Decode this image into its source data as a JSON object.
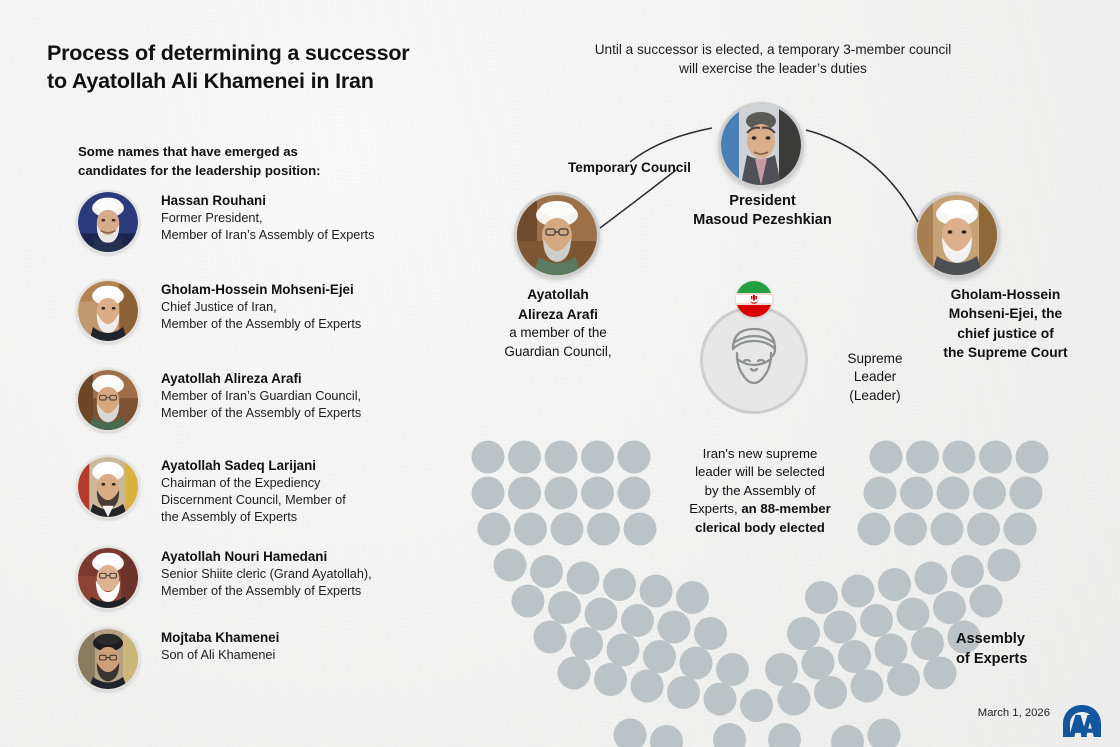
{
  "title": "Process of determining a successor\nto Ayatollah Ali Khamenei in Iran",
  "title_line1": "Process of determining a successor",
  "title_line2": "to Ayatollah Ali Khamenei in Iran",
  "intro_heading_line1": "Some names that have emerged as",
  "intro_heading_line2": "candidates for the leadership position:",
  "council_intro_line1": "Until a successor is elected, a temporary 3-member council",
  "council_intro_line2": "will exercise the leader’s duties",
  "candidates": [
    {
      "name": "Hassan Rouhani",
      "role_line1": "Former President,",
      "role_line2_italic": "Member of Iran’s Assembly of Experts",
      "portrait": "portrait-hassan-rouhani"
    },
    {
      "name": "Gholam-Hossein Mohseni-Ejei",
      "role_line1": "Chief Justice of Iran,",
      "role_line2_italic": "Member of the Assembly of Experts",
      "portrait": "portrait-gholam-hossein-mohseni-ejei"
    },
    {
      "name": "Ayatollah Alireza Arafi",
      "role_line1": "Member of Iran’s Guardian Council,",
      "role_line2_italic": "Member of the Assembly of Experts",
      "portrait": "portrait-ayatollah-alireza-arafi"
    },
    {
      "name": "Ayatollah Sadeq Larijani",
      "role_line1": "Chairman of the Expediency",
      "role_line2": "Discernment Council, Member of",
      "role_line3": "the Assembly of Experts",
      "portrait": "portrait-ayatollah-sadeq-larijani"
    },
    {
      "name": "Ayatollah Nouri Hamedani",
      "role_line1": "Senior Shiite cleric (Grand Ayatollah),",
      "role_line2": "Member of the Assembly of Experts",
      "portrait": "portrait-ayatollah-nouri-hamedani"
    },
    {
      "name": "Mojtaba Khamenei",
      "role_line1": "Son of Ali Khamenei",
      "portrait": "portrait-mojtaba-khamenei"
    }
  ],
  "council": {
    "label": "Temporary Council",
    "president": {
      "title_line1": "President",
      "title_line2": "Masoud Pezeshkian",
      "portrait": "portrait-masoud-pezeshkian"
    },
    "left_member": {
      "name_line1": "Ayatollah",
      "name_line2": "Alireza Arafi",
      "desc_line1": "a member of the",
      "desc_line2": "Guardian Council,",
      "portrait": "portrait-ayatollah-alireza-arafi"
    },
    "right_member": {
      "name_line1": "Gholam-Hossein",
      "name_line2": "Mohseni-Ejei, the",
      "name_line3": "chief justice of",
      "name_line4": "the Supreme Court",
      "portrait": "portrait-gholam-hossein-mohseni-ejei"
    }
  },
  "supreme_leader": {
    "label_line1": "Supreme",
    "label_line2": "Leader",
    "label_line3": "(Leader)",
    "flag_icon": "iran-flag-icon",
    "avatar_icon": "turban-cleric-icon"
  },
  "assembly": {
    "note_plain_1": "Iran's new supreme",
    "note_plain_2": "leader will be selected",
    "note_plain_3": "by the Assembly of",
    "note_plain_4_prefix": "Experts, ",
    "note_bold_4": "an 88-member",
    "note_bold_5": "clerical body elected",
    "label_line1": "Assembly",
    "label_line2": "of Experts",
    "member_count": 88,
    "seat_color": "#bcc3c6"
  },
  "footer": {
    "date": "March 1, 2026",
    "logo": "anadolu-agency-logo",
    "logo_color": "#12569e"
  },
  "colors": {
    "background": "#f4f4f3",
    "text": "#111111",
    "seat_dot": "#bcc3c6",
    "avatar_ring": "#cfcfcf",
    "connector": "#2b2b2b",
    "brand_blue": "#12569e"
  },
  "chart_data": {
    "type": "scatter",
    "title": "Assembly of Experts seating",
    "description": "88 seat dots arranged in a downward parliamentary arc (bowl shape)",
    "values": [
      88
    ],
    "categories": [
      "Assembly of Experts members"
    ]
  }
}
